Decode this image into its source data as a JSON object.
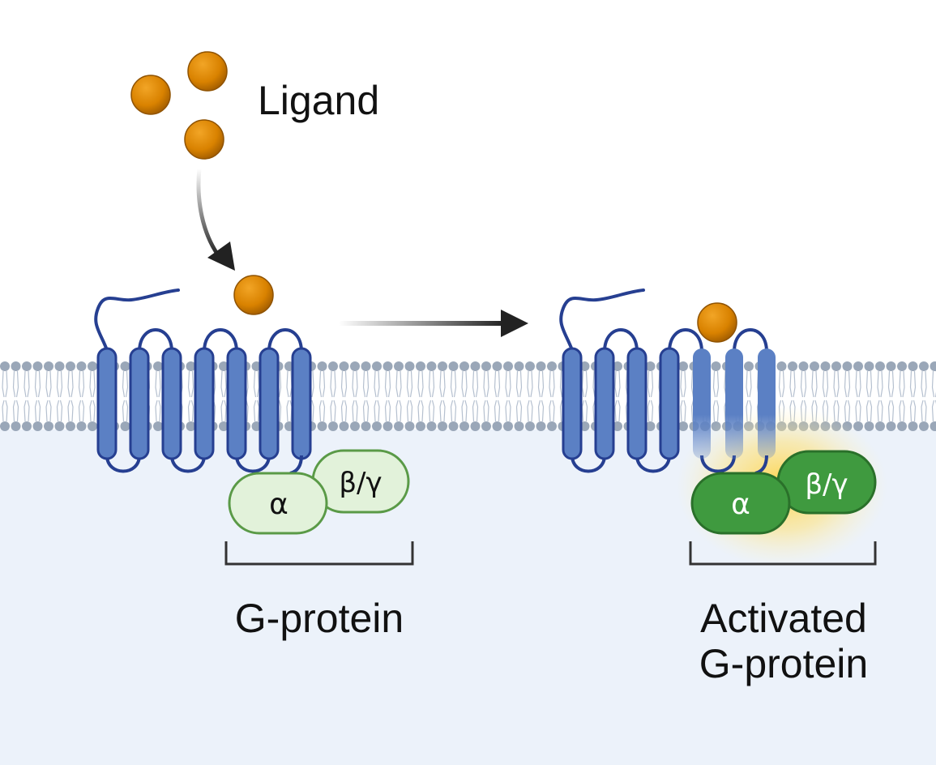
{
  "labels": {
    "ligand": "Ligand",
    "gprotein": "G-protein",
    "activated_line1": "Activated",
    "activated_line2": "G-protein"
  },
  "subunits": {
    "alpha": "α",
    "beta_gamma": "β/γ"
  },
  "colors": {
    "cytoplasm": "#ecf2fa",
    "lipid_head": "#9aa7b8",
    "receptor_fill": "#5b80c4",
    "receptor_stroke": "#263f91",
    "ligand": "#d98200",
    "inactive_gprotein_fill": "#e2f2da",
    "inactive_gprotein_stroke": "#5a9a47",
    "active_gprotein_fill": "#3f9a3f",
    "active_gprotein_stroke": "#2a702a",
    "glow": "#ffd23f",
    "arrow": "#222222"
  }
}
